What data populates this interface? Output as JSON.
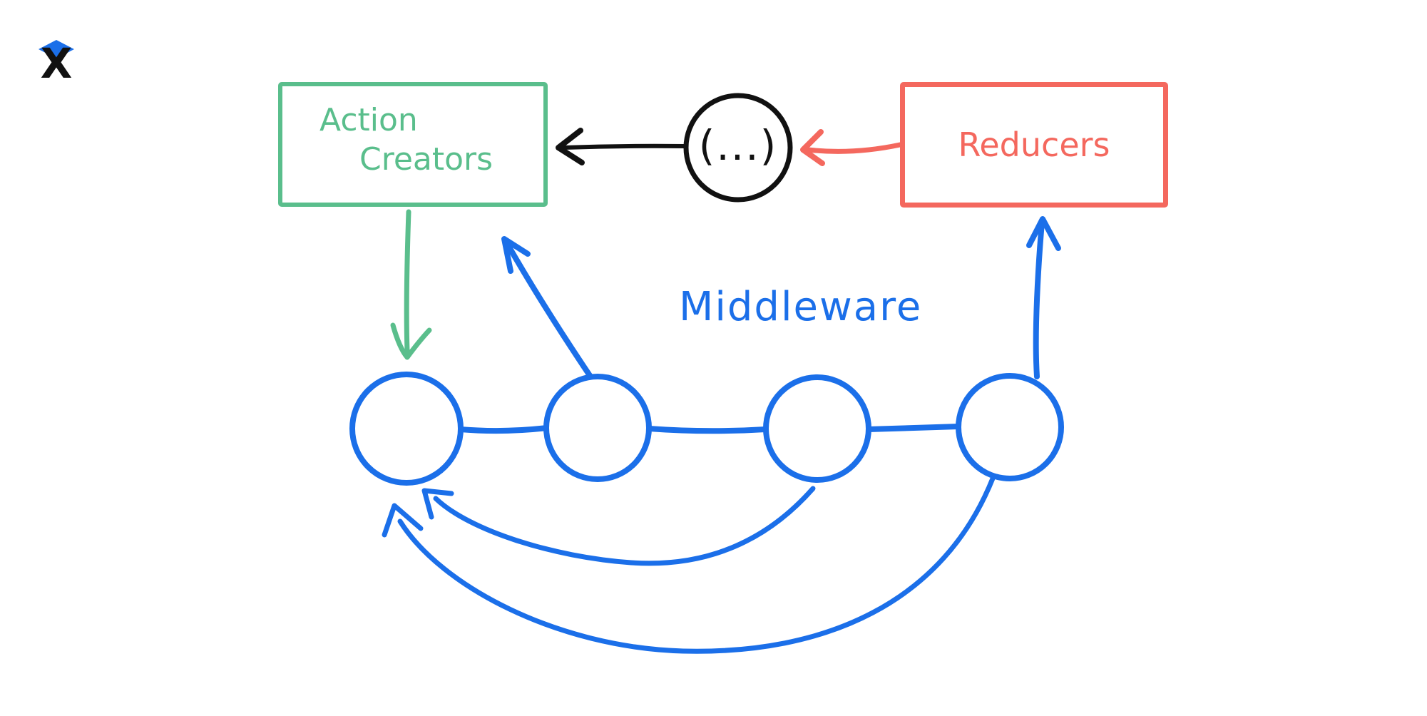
{
  "logo": {
    "letter": "X"
  },
  "diagram": {
    "action_creators_box": {
      "line1": "Action",
      "line2": "Creators"
    },
    "dispatch_circle": {
      "label": "(...)"
    },
    "reducers_box": {
      "label": "Reducers"
    },
    "middleware_label": {
      "text": "Middleware"
    },
    "middleware_nodes": {
      "count": 4
    }
  },
  "colors": {
    "green": "#5ABE8C",
    "red": "#F4685E",
    "blue": "#1B6FE9",
    "black": "#111111",
    "background": "#FFFFFF"
  }
}
